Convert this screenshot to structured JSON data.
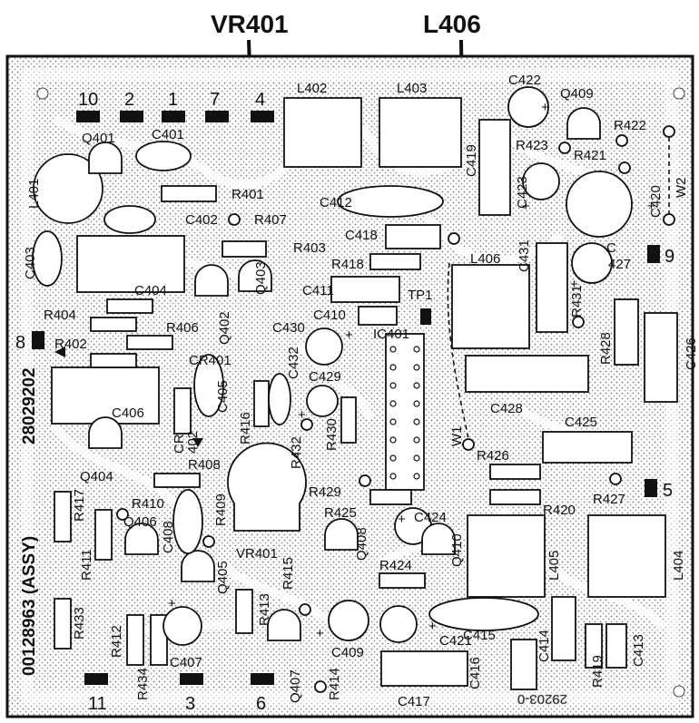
{
  "callouts": {
    "vr401": "VR401",
    "l406": "L406"
  },
  "board": {
    "assy": "00128963 (ASSY)",
    "part": "28029202",
    "bottom_ghost": "29203-0"
  },
  "pins": [
    "10",
    "2",
    "1",
    "7",
    "4",
    "8",
    "9",
    "5",
    "11",
    "3",
    "6"
  ],
  "test_points": {
    "tp1": "TP1",
    "w1": "W1",
    "w2": "W2"
  },
  "components": {
    "L402": "L402",
    "L403": "L403",
    "L401": "L401",
    "L404": "L404",
    "L405": "L405",
    "L406": "L406",
    "C401": "C401",
    "C402": "C402",
    "C403": "C403",
    "C404": "C404",
    "C405": "C405",
    "C406": "C406",
    "C407": "C407",
    "C408": "C408",
    "C409": "C409",
    "C410": "C410",
    "C411": "C411",
    "C412": "C412",
    "C413": "C413",
    "C414": "C414",
    "C415": "C415",
    "C416": "C416",
    "C417": "C417",
    "C418": "C418",
    "C419": "C419",
    "C420": "C420",
    "C421": "C421",
    "C422": "C422",
    "C423": "C423",
    "C424": "C424",
    "C425": "C425",
    "C426": "C426",
    "C427a": "C",
    "C427b": "427",
    "C428": "C428",
    "C429": "C429",
    "C430": "C430",
    "C431": "C431",
    "C432": "C432",
    "Q401": "Q401",
    "Q402": "Q402",
    "Q403": "Q403",
    "Q404": "Q404",
    "Q405": "Q405",
    "Q406": "Q406",
    "Q407": "Q407",
    "Q408": "Q408",
    "Q409": "Q409",
    "Q410": "Q410",
    "R401": "R401",
    "R402": "R402",
    "R403": "R403",
    "R404": "R404",
    "R406": "R406",
    "R407": "R407",
    "R408": "R408",
    "R409": "R409",
    "R410": "R410",
    "R411": "R411",
    "R412": "R412",
    "R413": "R413",
    "R414": "R414",
    "R415": "R415",
    "R416": "R416",
    "R417": "R417",
    "R418": "R418",
    "R419": "R419",
    "R420": "R420",
    "R421": "R421",
    "R422": "R422",
    "R423": "R423",
    "R424": "R424",
    "R425": "R425",
    "R426": "R426",
    "R427": "R427",
    "R428": "R428",
    "R429": "R429",
    "R430": "R430",
    "R431": "R431",
    "R432": "R432",
    "R433": "R433",
    "R434": "R434",
    "CR401": "CR401",
    "CR402a": "CR",
    "CR402b": "402",
    "IC401": "IC401",
    "VR401": "VR401"
  }
}
